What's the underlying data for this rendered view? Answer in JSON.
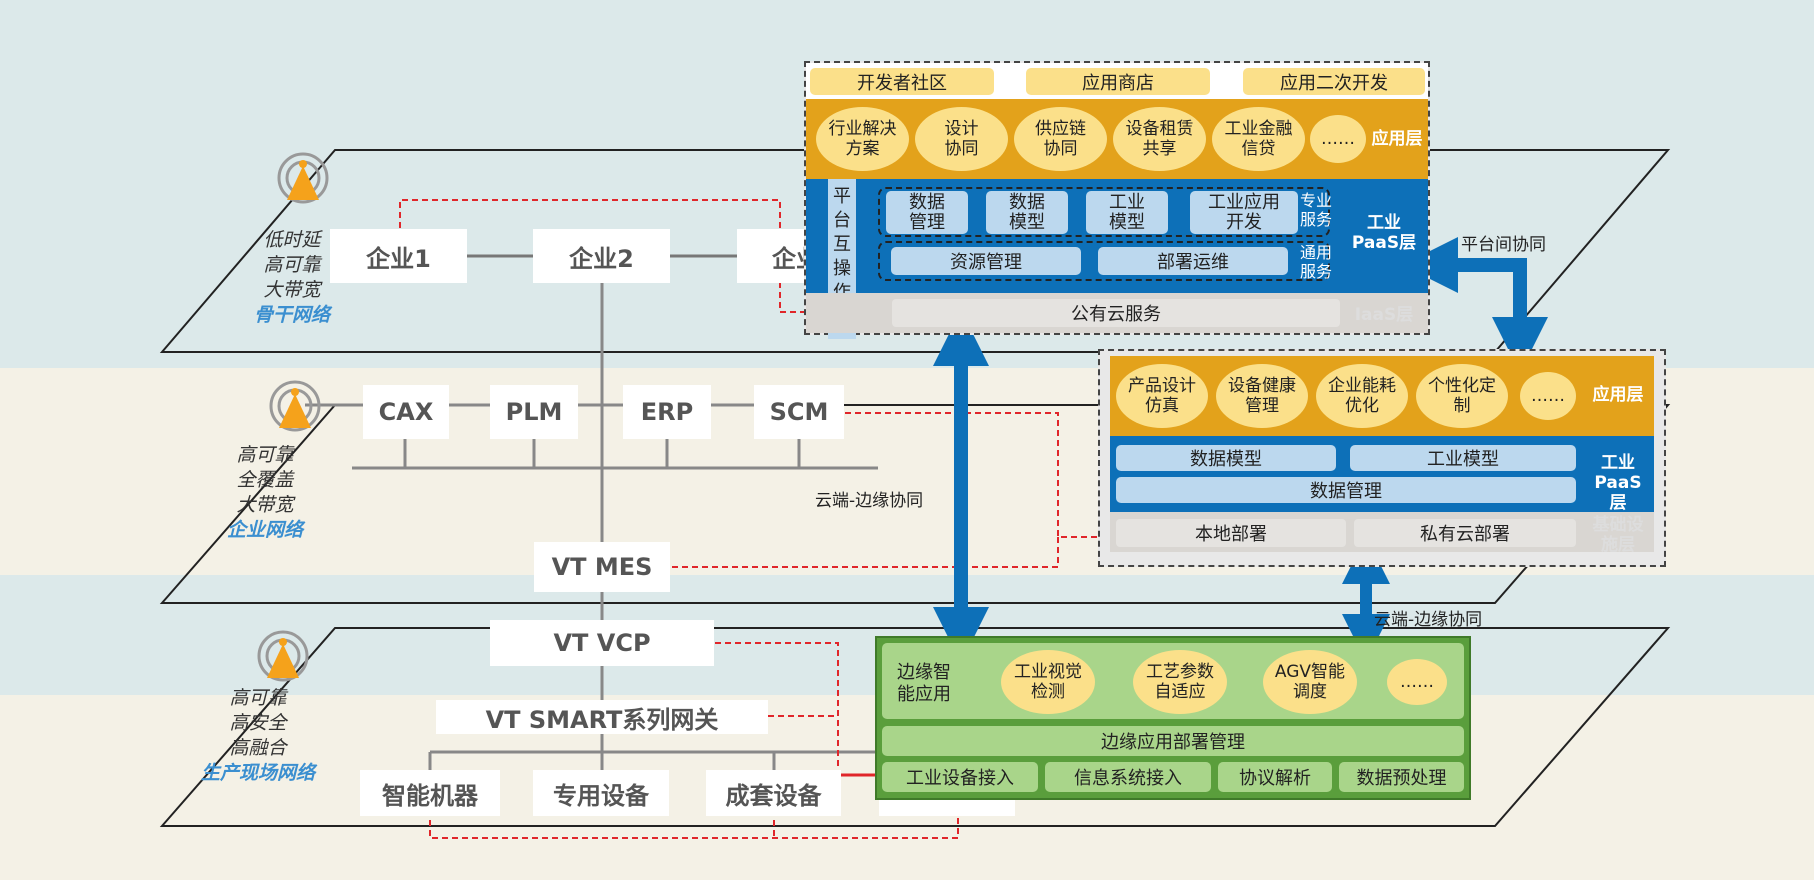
{
  "networks": {
    "backbone": {
      "features": [
        "低时延",
        "高可靠",
        "大带宽"
      ],
      "name": "骨干网络",
      "nodes": [
        "企业1",
        "企业2",
        "企业"
      ]
    },
    "enterprise": {
      "features": [
        "高可靠",
        "全覆盖",
        "大带宽"
      ],
      "name": "企业网络",
      "systems": [
        "CAX",
        "PLM",
        "ERP",
        "SCM"
      ],
      "mes": "VT MES"
    },
    "field": {
      "features": [
        "高可靠",
        "高安全",
        "高融合"
      ],
      "name": "生产现场网络",
      "vcp": "VT VCP",
      "gateway": "VT SMART系列网关",
      "devices": [
        "智能机器",
        "专用设备",
        "成套设备"
      ]
    }
  },
  "public_cloud": {
    "top_bar": [
      "开发者社区",
      "应用商店",
      "应用二次开发"
    ],
    "apps": [
      "行业解决方案",
      "设计协同",
      "供应链协同",
      "设备租赁共享",
      "工业金融信贷",
      "……"
    ],
    "app_layer": "应用层",
    "interop": "平台互操作",
    "pro_services": [
      "数据管理",
      "数据模型",
      "工业模型",
      "工业应用开发"
    ],
    "pro_label": "专业服务",
    "general_services": [
      "资源管理",
      "部署运维"
    ],
    "general_label": "通用服务",
    "paas_label": "工业PaaS层",
    "iaas_service": "公有云服务",
    "iaas_label": "IaaS层"
  },
  "private_cloud": {
    "apps": [
      "产品设计仿真",
      "设备健康管理",
      "企业能耗优化",
      "个性化定制",
      "……"
    ],
    "app_layer": "应用层",
    "paas_items": [
      "数据模型",
      "工业模型",
      "数据管理"
    ],
    "paas_label": "工业PaaS层",
    "infra_items": [
      "本地部署",
      "私有云部署"
    ],
    "infra_label": "基础设施层"
  },
  "edge": {
    "intel_label": "边缘智能应用",
    "apps": [
      "工业视觉检测",
      "工艺参数自适应",
      "AGV智能调度",
      "……"
    ],
    "deploy": "边缘应用部署管理",
    "access": [
      "工业设备接入",
      "信息系统接入",
      "协议解析",
      "数据预处理"
    ]
  },
  "links": {
    "platform_collab": "平台间协同",
    "cloud_edge_1": "云端-边缘协同",
    "cloud_edge_2": "云端-边缘协同"
  },
  "colors": {
    "accent_blue": "#0d70b8",
    "app_gold": "#e3a21b",
    "edge_green": "#5a9e3c",
    "link_red": "#e0262a"
  }
}
